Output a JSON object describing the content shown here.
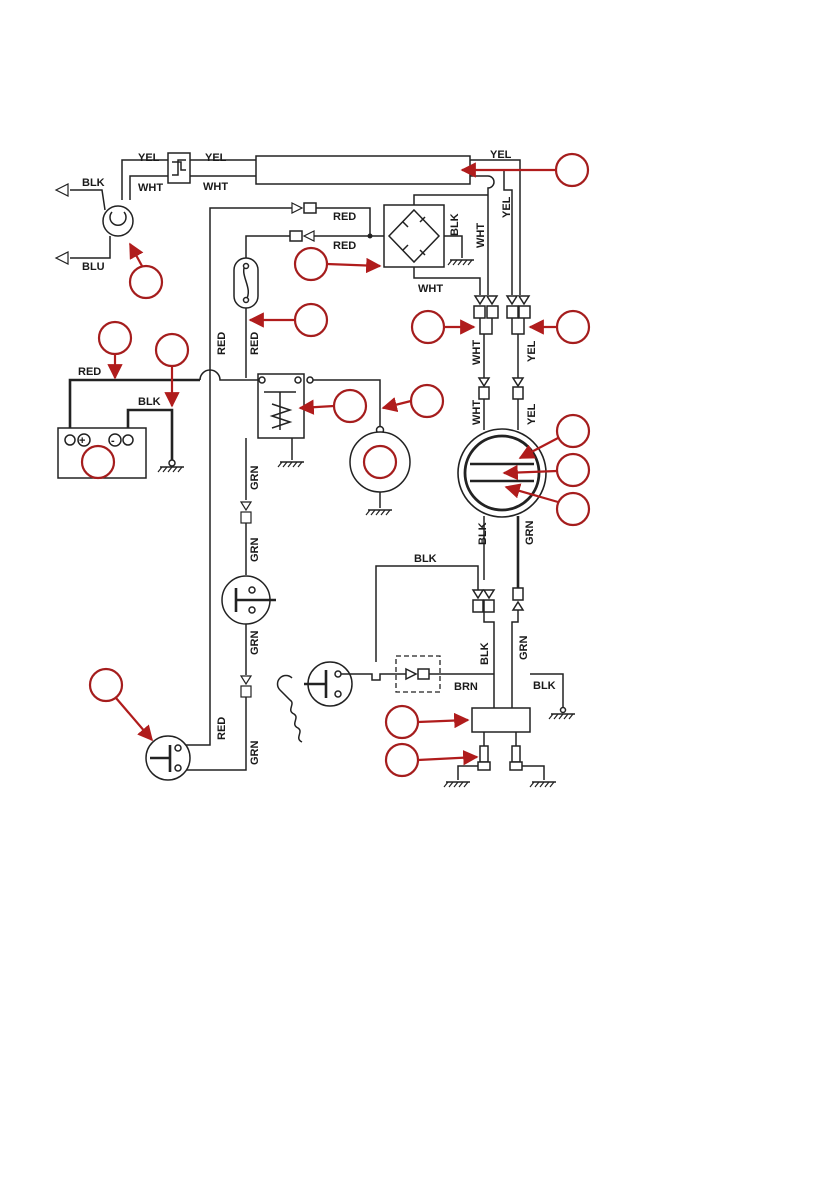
{
  "diagram": {
    "labels": {
      "blk": "BLK",
      "blu": "BLU",
      "yel": "YEL",
      "wht": "WHT",
      "red": "RED",
      "grn": "GRN",
      "brn": "BRN"
    },
    "accent_color": "#b01c1c"
  }
}
